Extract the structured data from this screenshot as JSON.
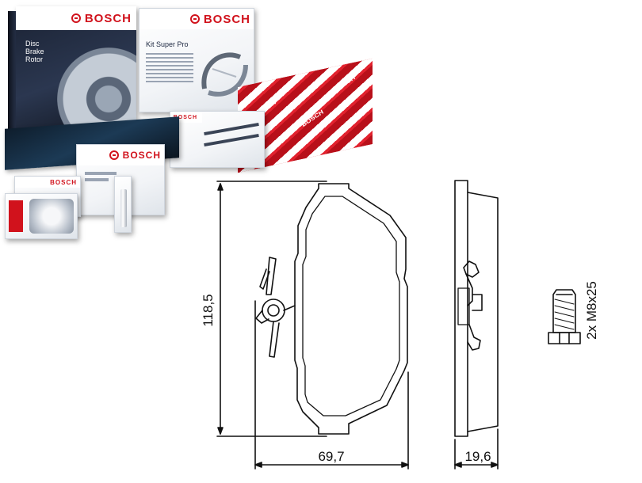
{
  "products": {
    "brand": "BOSCH",
    "rotor_box_title_line1": "Disc",
    "rotor_box_title_line2": "Brake",
    "rotor_box_title_line3": "Rotor",
    "kit_box_title": "Kit Super Pro"
  },
  "drawing": {
    "height_label": "118,5",
    "width_label": "69,7",
    "thickness_label": "19,6",
    "bolt_label": "2x M8x25"
  },
  "colors": {
    "brand_red": "#d1121c",
    "box_dark": "#1a2233",
    "line": "#111111"
  }
}
